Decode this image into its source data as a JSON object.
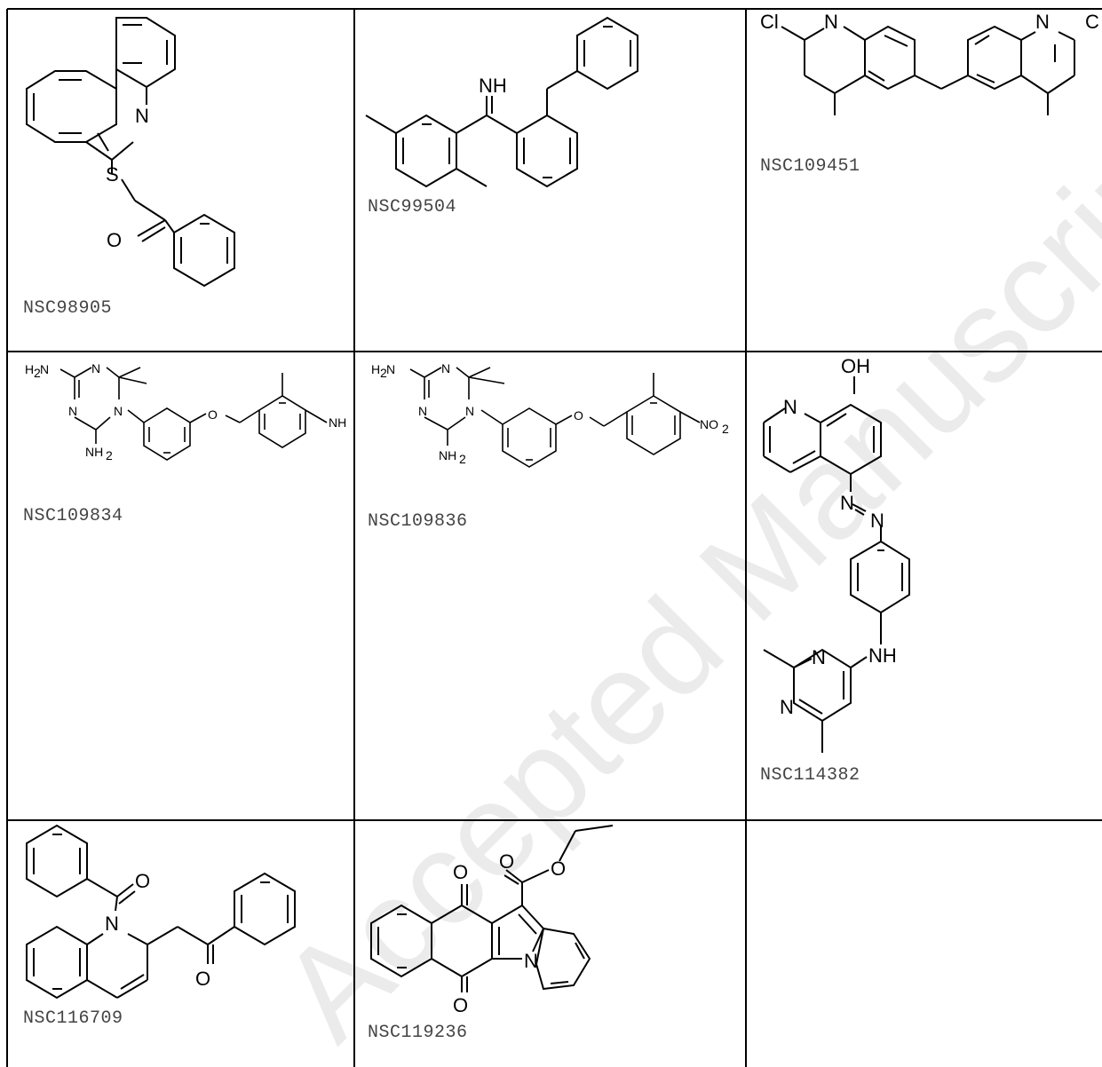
{
  "table": {
    "cells": [
      {
        "label": "NSC98905"
      },
      {
        "label": "NSC99504"
      },
      {
        "label": "NSC109451"
      },
      {
        "label": "NSC109834"
      },
      {
        "label": "NSC109836"
      },
      {
        "label": "NSC114382"
      },
      {
        "label": "NSC116709"
      },
      {
        "label": "NSC119236"
      },
      {
        "label": ""
      }
    ]
  },
  "watermark": {
    "text": "Accepted Manuscript"
  },
  "atoms": {
    "N": "N",
    "S": "S",
    "O": "O",
    "NH": "NH",
    "Cl": "Cl",
    "OH": "OH",
    "H2N": "H",
    "NH2": "NH",
    "sub2": "2",
    "NO": "NO",
    "C": "C"
  }
}
